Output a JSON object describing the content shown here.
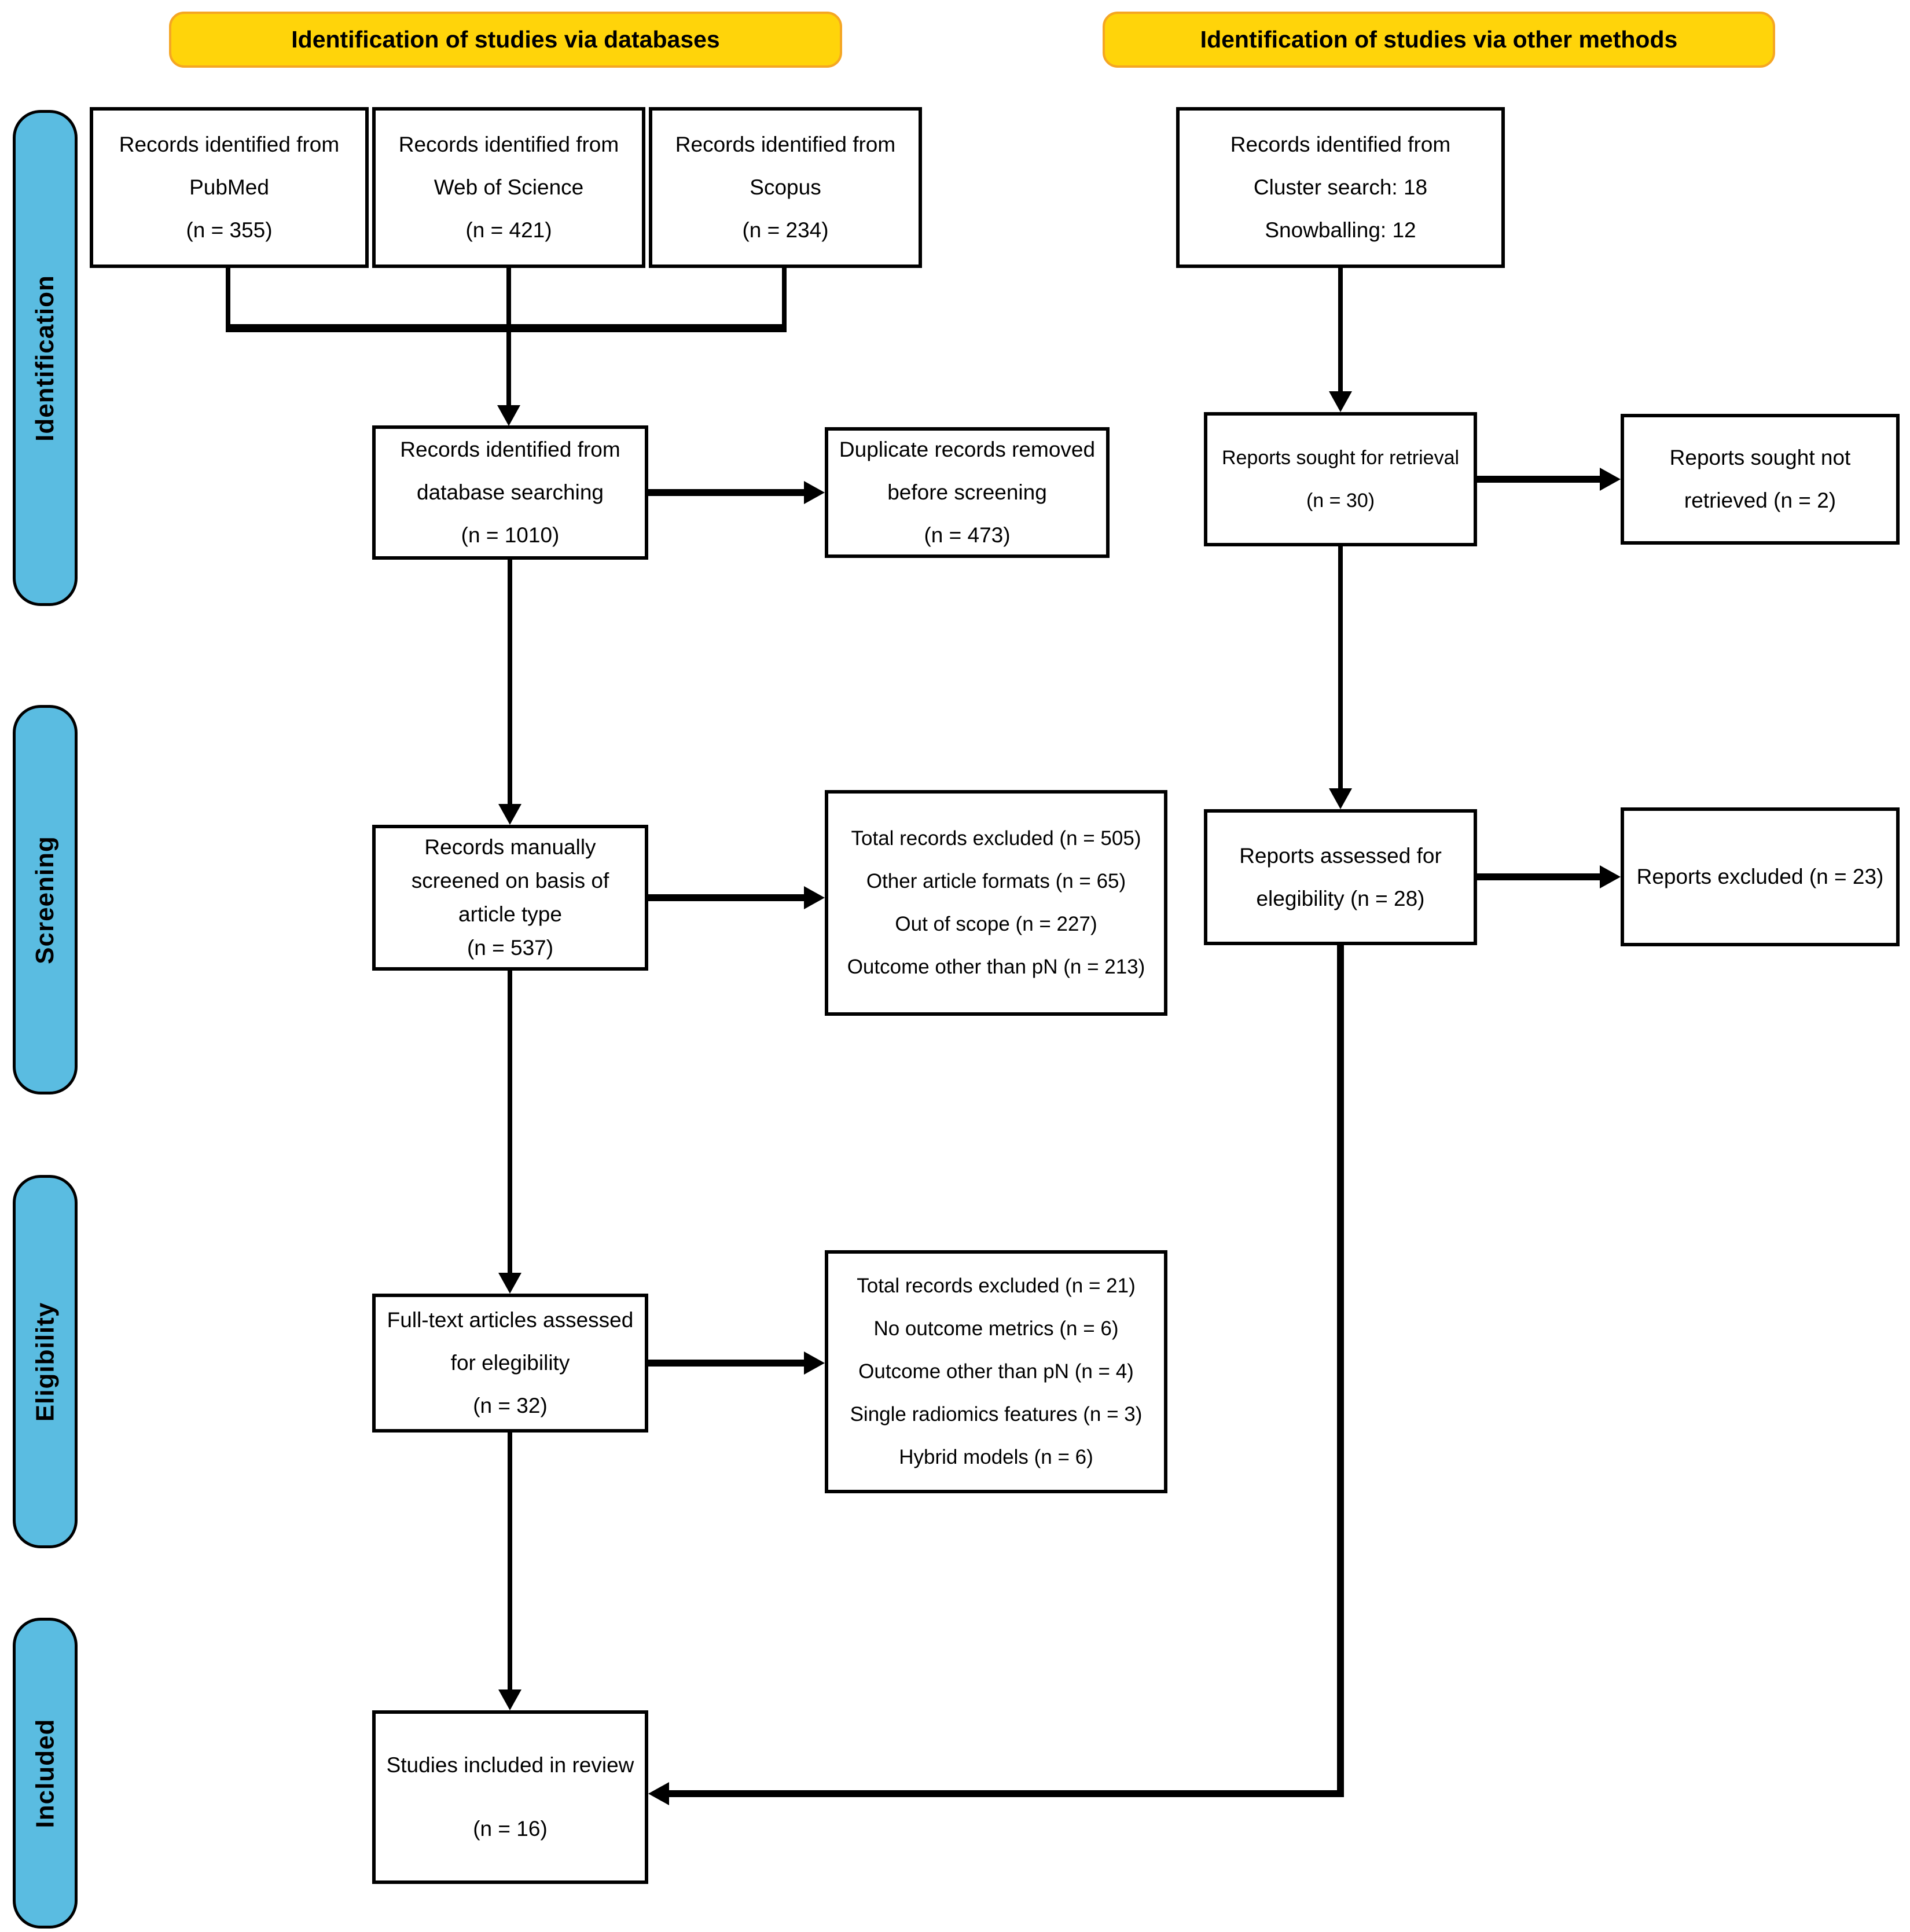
{
  "banners": {
    "databases": "Identification of studies via databases",
    "other_methods": "Identification of studies via other methods"
  },
  "stages": {
    "identification": "Identification",
    "screening": "Screening",
    "eligibility": "Eligibility",
    "included": "Included"
  },
  "boxes": {
    "pubmed": {
      "lines": [
        "Records identified from",
        "PubMed",
        "(n = 355)"
      ]
    },
    "wos": {
      "lines": [
        "Records identified from",
        "Web of Science",
        "(n = 421)"
      ]
    },
    "scopus": {
      "lines": [
        "Records identified from",
        "Scopus",
        "(n = 234)"
      ]
    },
    "other_methods": {
      "lines": [
        "Records identified from",
        "Cluster search: 18",
        "Snowballing: 12"
      ]
    },
    "db_search": {
      "lines": [
        "Records identified from",
        "database searching",
        "(n = 1010)"
      ]
    },
    "duplicates": {
      "lines": [
        "Duplicate records removed",
        "before screening",
        "(n = 473)"
      ]
    },
    "reports_sought": {
      "lines": [
        "Reports sought for retrieval",
        "(n = 30)"
      ]
    },
    "not_retrieved": {
      "lines": [
        "Reports sought not",
        "retrieved (n = 2)"
      ]
    },
    "screened": {
      "lines": [
        "Records manually",
        "screened on basis of",
        "article type",
        "(n = 537)"
      ]
    },
    "screen_excluded": {
      "lines": [
        "Total records excluded (n = 505)",
        "Other article formats (n = 65)",
        "Out of scope (n = 227)",
        "Outcome other than pN (n = 213)"
      ]
    },
    "reports_assessed": {
      "lines": [
        "Reports assessed for",
        "elegibility (n = 28)"
      ]
    },
    "reports_excluded": {
      "lines": [
        "Reports excluded (n = 23)"
      ]
    },
    "fulltext": {
      "lines": [
        "Full-text articles assessed",
        "for elegibility",
        "(n = 32)"
      ]
    },
    "elig_excluded": {
      "lines": [
        "Total records excluded (n = 21)",
        "No outcome metrics (n = 6)",
        "Outcome other than pN (n = 4)",
        "Single radiomics features (n = 3)",
        "Hybrid models (n = 6)"
      ]
    },
    "included": {
      "lines": [
        "Studies included in review",
        "(n = 16)"
      ]
    }
  },
  "colors": {
    "stage_fill": "#5ABCE1",
    "banner_fill": "#FFD40A",
    "banner_border": "#F5A623",
    "box_border": "#000000"
  }
}
